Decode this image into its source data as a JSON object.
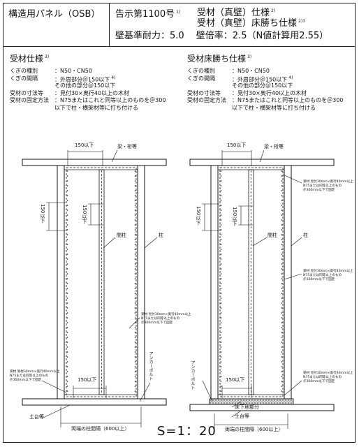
{
  "header": {
    "panel_title": "構造用パネル（OSB）",
    "notice": "告示第1100号",
    "notice_sup": "1)",
    "spec1": "受材（真壁）仕様",
    "spec1_sup": "2)",
    "spec2": "受材（真壁）床勝ち仕様",
    "spec2_sup": "2)3",
    "strength": "壁基準耐力：5.0　 壁倍率：2.5（N値計算用2.55）"
  },
  "left_spec": {
    "title": "受材仕様",
    "title_sup": "3)",
    "rows": [
      {
        "label": "くぎの種別",
        "value": "：N50・CN50"
      },
      {
        "label": "くぎの間隔",
        "value": "：外周部分＠150以下",
        "sup": "4)"
      },
      {
        "label": "",
        "value": "その他の部分＠150以下"
      },
      {
        "label": "受材の寸法等",
        "value": "：見付30×奥行40以上の木材"
      },
      {
        "label": "受材の固定方法",
        "value": "：N75またはこれと同等以上のものを＠300"
      },
      {
        "label": "",
        "value": "以下で柱・横架材等に打ち付ける"
      }
    ]
  },
  "right_spec": {
    "title": "受材床勝ち仕様",
    "title_sup": "3)",
    "rows": [
      {
        "label": "くぎの種別",
        "value": "：N50・CN50"
      },
      {
        "label": "くぎの間隔",
        "value": "：外周部分＠150以下",
        "sup": "4)"
      },
      {
        "label": "",
        "value": "その他の部分＠150以下"
      },
      {
        "label": "受材の寸法等",
        "value": "：見付30×奥行40以上の木材"
      },
      {
        "label": "受材の固定方法",
        "value": "：N75またはこれと同等以上のものを＠300"
      },
      {
        "label": "",
        "value": "以下で柱・横架材等に打ち付ける"
      }
    ]
  },
  "left_diagram": {
    "beam": "梁・桁等",
    "spacing_top": "150以下",
    "spacing_left": "150以下",
    "spacing_mid": "150以下",
    "spacing_bottom": "150以下",
    "stud": "間柱",
    "post": "柱",
    "note_mid": [
      "受材 見付30mm×奥行40mm以上",
      "N75または同等以上のもの",
      "＠300mm以下で固定"
    ],
    "note_bottom": [
      "受材 受材30mm×奥行40mm以上",
      "N75または同等以上のもの",
      "＠300mm以下で固定"
    ],
    "anchor": "アンカーボルト",
    "sill": "土台等",
    "span": "両端の柱間隔（600以上）"
  },
  "right_diagram": {
    "spacing_top": "150以下",
    "spacing_left": "150以下",
    "spacing_mid": "150以下",
    "spacing_bottom": "150以下",
    "stud": "間柱",
    "post": "柱",
    "note_top": [
      "受材 見付30mm×奥行40mm以上",
      "N75または同等以上のもの",
      "＠300mm以下で固定"
    ],
    "note_mid": [
      "受材 見付30mm×奥行40mm以上",
      "N75または同等以上のもの",
      "＠300mm以下で固定"
    ],
    "note_bottom": [
      "受材 見付30mm×奥行40mm以上",
      "N75または同等以上のもの",
      "＠300mm以下で固定"
    ],
    "anchor": "アンカーボルト",
    "floor": "床下地部分",
    "sill": "土台等",
    "span": "両端の柱間隔（600以上）"
  },
  "scale": "S=1：20"
}
